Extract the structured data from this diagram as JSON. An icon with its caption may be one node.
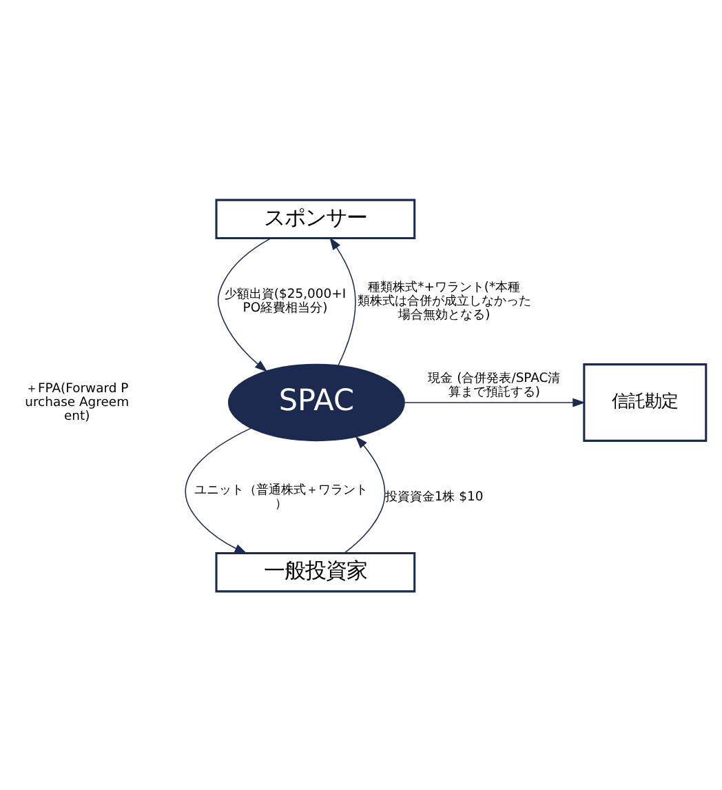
{
  "diagram": {
    "nodes": [
      {
        "text": [
          "スポンサー"
        ]
      },
      {
        "text": [
          "SPAC"
        ]
      },
      {
        "text": [
          "信託勘定"
        ]
      },
      {
        "text": [
          "一般投資家"
        ]
      }
    ],
    "edges": [
      {
        "from": 0,
        "to": 1,
        "arrow": "to",
        "label": "少額出資($25,000+IPO経費相当分)"
      },
      {
        "from": 1,
        "to": 0,
        "arrow": "to",
        "label": "種類株式*+ワラント(*本種類株式は合併が成立しなかった場合無効となる)"
      },
      {
        "from": 1,
        "to": 2,
        "arrow": "to",
        "label": "現金 (合併発表/SPAC清算まで預託する)"
      },
      {
        "from": 3,
        "to": 1,
        "arrow": "to",
        "label": "投資資金1株 $10"
      },
      {
        "from": 1,
        "to": 3,
        "arrow": "to",
        "label": "ユニット（普通株式＋ワラント）"
      }
    ],
    "labels": [
      "＋FPA(Forward Purchase Agreement)"
    ]
  }
}
